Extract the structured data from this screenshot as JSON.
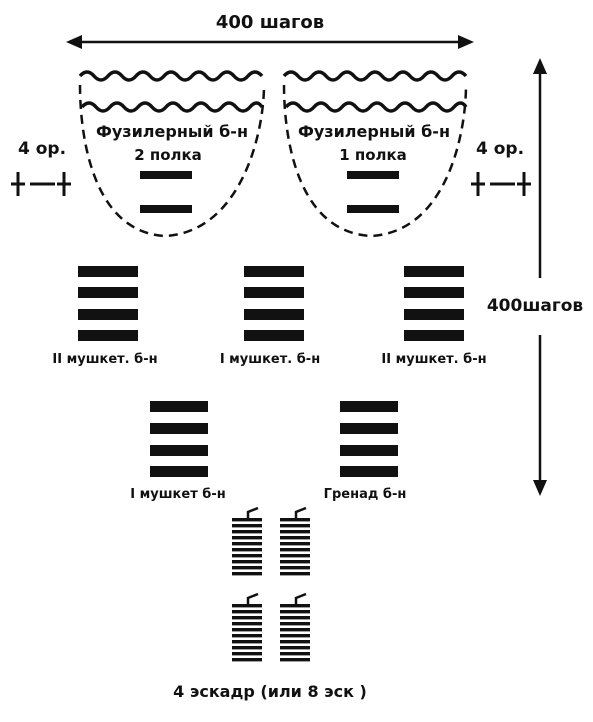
{
  "colors": {
    "ink": "#111111",
    "paper": "#ffffff"
  },
  "dimensions": {
    "width_label": "400 шагов",
    "depth_label": "400шагов"
  },
  "fusilier_battalions": [
    {
      "name": "Фузилерный б-н",
      "regiment": "2 полка"
    },
    {
      "name": "Фузилерный б-н",
      "regiment": "1 полка"
    }
  ],
  "guns": [
    {
      "label": "4 ор."
    },
    {
      "label": "4 ор."
    }
  ],
  "musketeer_row": [
    {
      "label": "II мушкет. б-н"
    },
    {
      "label": "I мушкет. б-н"
    },
    {
      "label": "II мушкет. б-н"
    }
  ],
  "second_row": [
    {
      "label": "I мушкет б-н"
    },
    {
      "label": "Гренад б-н"
    }
  ],
  "cavalry": {
    "label": "4 эскадр (или 8 эск )"
  }
}
